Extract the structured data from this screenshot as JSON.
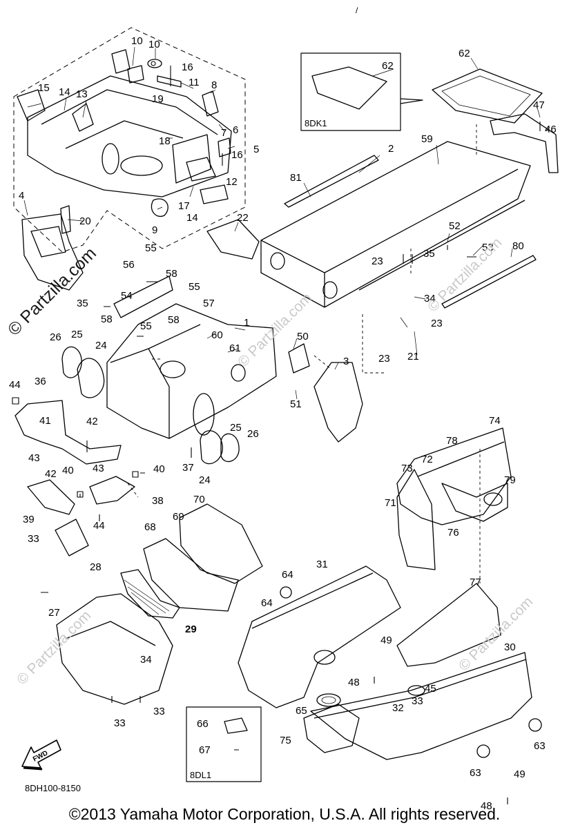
{
  "diagram": {
    "diagram_code": "8DH100-8150",
    "copyright": "©2013 Yamaha Motor Corporation, U.S.A. All rights reserved.",
    "watermark": "© Partzilla.com",
    "top_mark": "/",
    "fwd_label": "FWD",
    "inset_boxes": [
      {
        "code": "8DK1",
        "callouts": [
          "62"
        ]
      },
      {
        "code": "8DL1",
        "callouts": [
          "66",
          "67"
        ]
      }
    ],
    "callouts": [
      "1",
      "2",
      "3",
      "4",
      "5",
      "6",
      "7",
      "8",
      "9",
      "10",
      "11",
      "12",
      "13",
      "14",
      "15",
      "16",
      "17",
      "18",
      "19",
      "20",
      "21",
      "22",
      "23",
      "24",
      "25",
      "26",
      "27",
      "28",
      "29",
      "30",
      "31",
      "32",
      "33",
      "34",
      "35",
      "36",
      "37",
      "38",
      "39",
      "40",
      "41",
      "42",
      "43",
      "44",
      "45",
      "46",
      "47",
      "48",
      "49",
      "50",
      "51",
      "52",
      "53",
      "54",
      "55",
      "56",
      "57",
      "58",
      "59",
      "60",
      "61",
      "62",
      "63",
      "64",
      "65",
      "66",
      "67",
      "68",
      "69",
      "70",
      "71",
      "72",
      "73",
      "74",
      "75",
      "76",
      "77",
      "78",
      "79",
      "80",
      "81"
    ]
  }
}
